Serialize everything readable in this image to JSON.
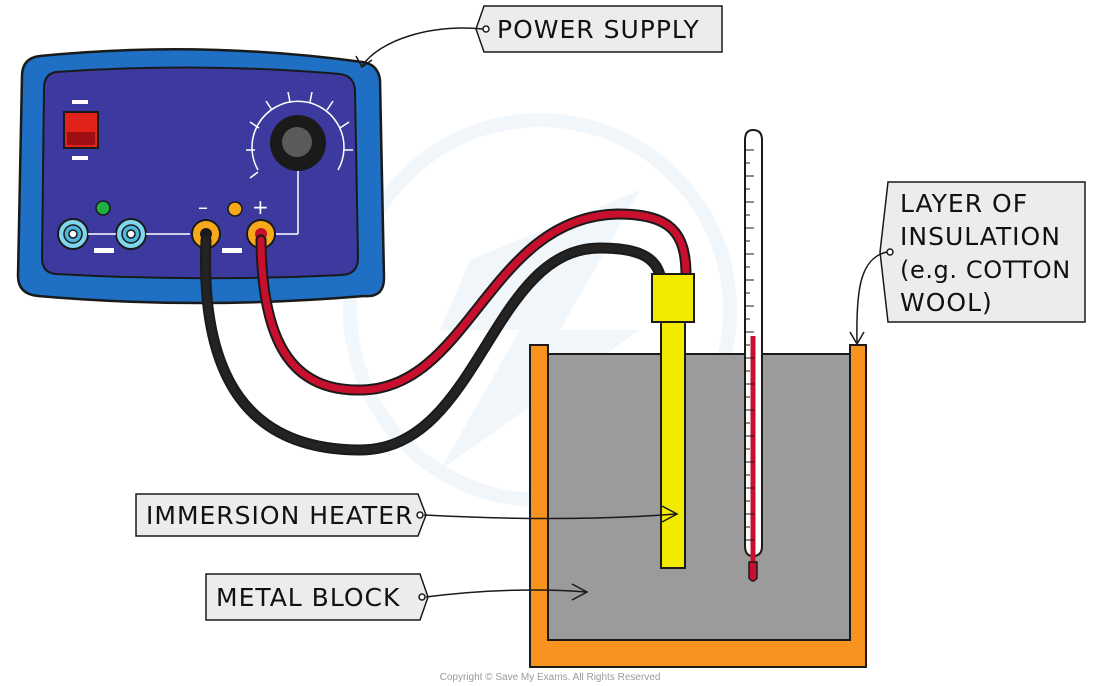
{
  "labels": {
    "power_supply": "POWER SUPPLY",
    "insulation": [
      "LAYER OF",
      "INSULATION",
      "(e.g. COTTON",
      "WOOL)"
    ],
    "immersion_heater": "IMMERSION HEATER",
    "metal_block": "METAL BLOCK"
  },
  "terminals": {
    "negative": "–",
    "positive": "+"
  },
  "copyright": "Copyright © Save My Exams. All Rights Reserved",
  "colors": {
    "casing_blue": "#1f6fc4",
    "panel_indigo": "#3c3a9f",
    "red_wire": "#c8102e",
    "black_wire": "#1a1a1a",
    "insulation_orange": "#f7931e",
    "metal_grey": "#9b9b9b",
    "heater_yellow": "#f2ea00",
    "label_fill": "#ececec"
  }
}
